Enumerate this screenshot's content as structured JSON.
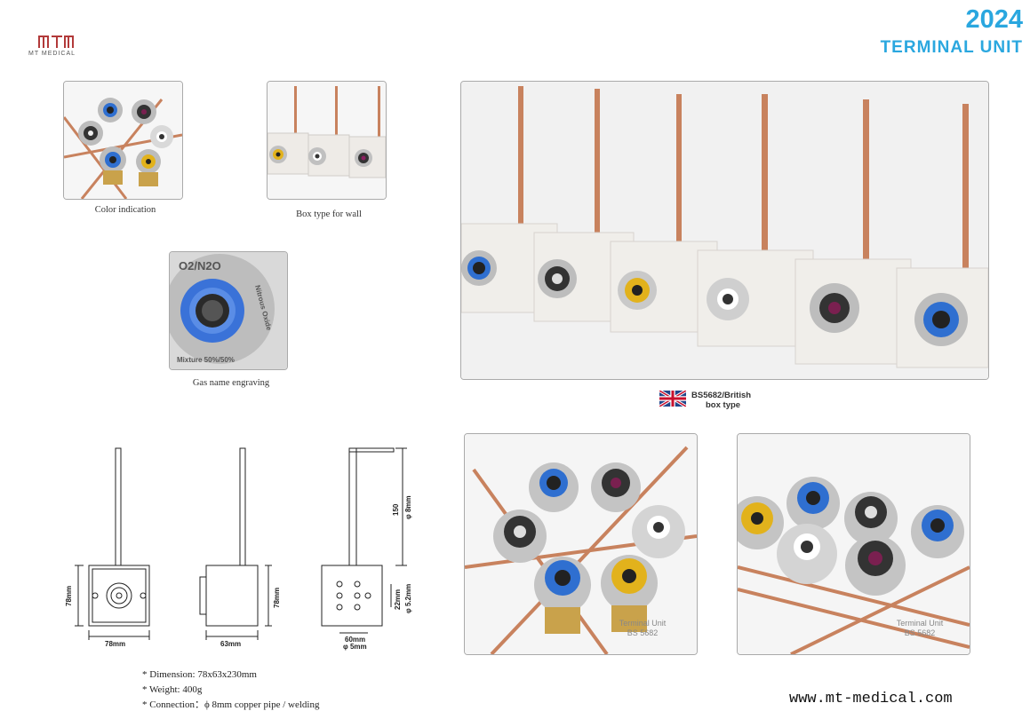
{
  "brand": {
    "logo_text": "MT MEDICAL"
  },
  "header": {
    "year": "2024",
    "title": "TERMINAL UNIT"
  },
  "captions": {
    "color_indication": "Color indication",
    "box_type_wall": "Box type for wall",
    "gas_name_engraving": "Gas name engraving"
  },
  "engraving": {
    "gas": "O2/N2O",
    "side": "Nitrous Oxide",
    "mixture": "Mixture 50%/50%"
  },
  "hero": {
    "flag_caption_line1": "BS5682/British",
    "flag_caption_line2": "box  type"
  },
  "lower_photos": {
    "left_watermark_1": "Terminal Unit",
    "left_watermark_2": "BS 5682",
    "right_watermark_1": "Terminal Unit",
    "right_watermark_2": "BS 5682"
  },
  "drawing": {
    "front_width": "78mm",
    "front_height": "78mm",
    "side_width": "63mm",
    "side_height": "78mm",
    "back_total": "150",
    "back_pipe": "φ 8mm",
    "back_bottom": "60mm",
    "back_bottom_dia": "φ 5mm",
    "back_right": "22mm",
    "back_right_dia": "φ 5.2mm"
  },
  "specs": {
    "dimension": "* Dimension:   78x63x230mm",
    "weight": "* Weight: 400g",
    "connection": "* Connection：ϕ 8mm copper pipe / welding"
  },
  "footer": {
    "website": "www.mt-medical.com"
  },
  "colors": {
    "accent": "#2aa7df",
    "copper": "#c8825e",
    "oxygen_blue": "#2f6fd0",
    "yellow": "#e2b21c",
    "box_white": "#f1efec"
  }
}
